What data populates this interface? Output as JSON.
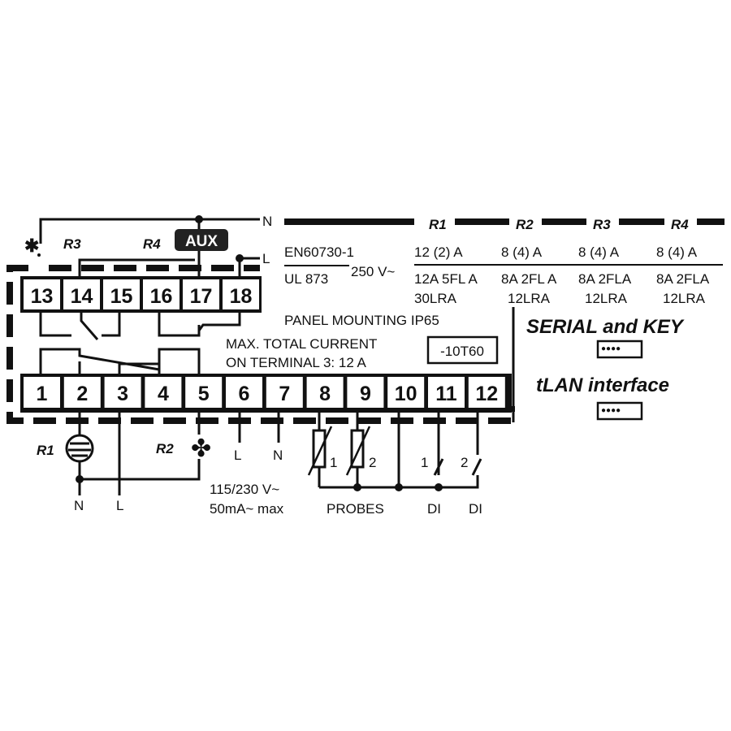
{
  "supply": {
    "n": "N",
    "l": "L"
  },
  "relays_top": {
    "r3": "R3",
    "r4": "R4",
    "aux": "AUX"
  },
  "terminals_top": [
    "13",
    "14",
    "15",
    "16",
    "17",
    "18"
  ],
  "terminals_bottom": [
    "1",
    "2",
    "3",
    "4",
    "5",
    "6",
    "7",
    "8",
    "9",
    "10",
    "11",
    "12"
  ],
  "standards": {
    "en": "EN60730-1",
    "ul": "UL 873",
    "voltage": "250 V~"
  },
  "ratings": [
    {
      "relay": "R1",
      "rating": "12 (2) A",
      "fla": "12A 5FL A",
      "lra": "30LRA"
    },
    {
      "relay": "R2",
      "rating": "8 (4) A",
      "fla": "8A 2FL A",
      "lra": "12LRA"
    },
    {
      "relay": "R3",
      "rating": "8 (4) A",
      "fla": "8A 2FLA",
      "lra": "12LRA"
    },
    {
      "relay": "R4",
      "rating": "8 (4) A",
      "fla": "8A 2FLA",
      "lra": "12LRA"
    }
  ],
  "notes": {
    "panel": "PANEL MOUNTING IP65",
    "max1": "MAX. TOTAL CURRENT",
    "max2": "ON TERMINAL 3: 12 A",
    "temp": "-10T60"
  },
  "interfaces": {
    "serial": "SERIAL and KEY",
    "tlan": "tLAN interface"
  },
  "bottom": {
    "r1": "R1",
    "r2": "R2",
    "n": "N",
    "l": "L",
    "l2": "L",
    "n2": "N",
    "probe1": "1",
    "probe2": "2",
    "di1": "1",
    "di2": "2",
    "supply1": "115/230 V~",
    "supply2": "50mA~ max",
    "probes": "PROBES",
    "di_a": "DI",
    "di_b": "DI"
  }
}
